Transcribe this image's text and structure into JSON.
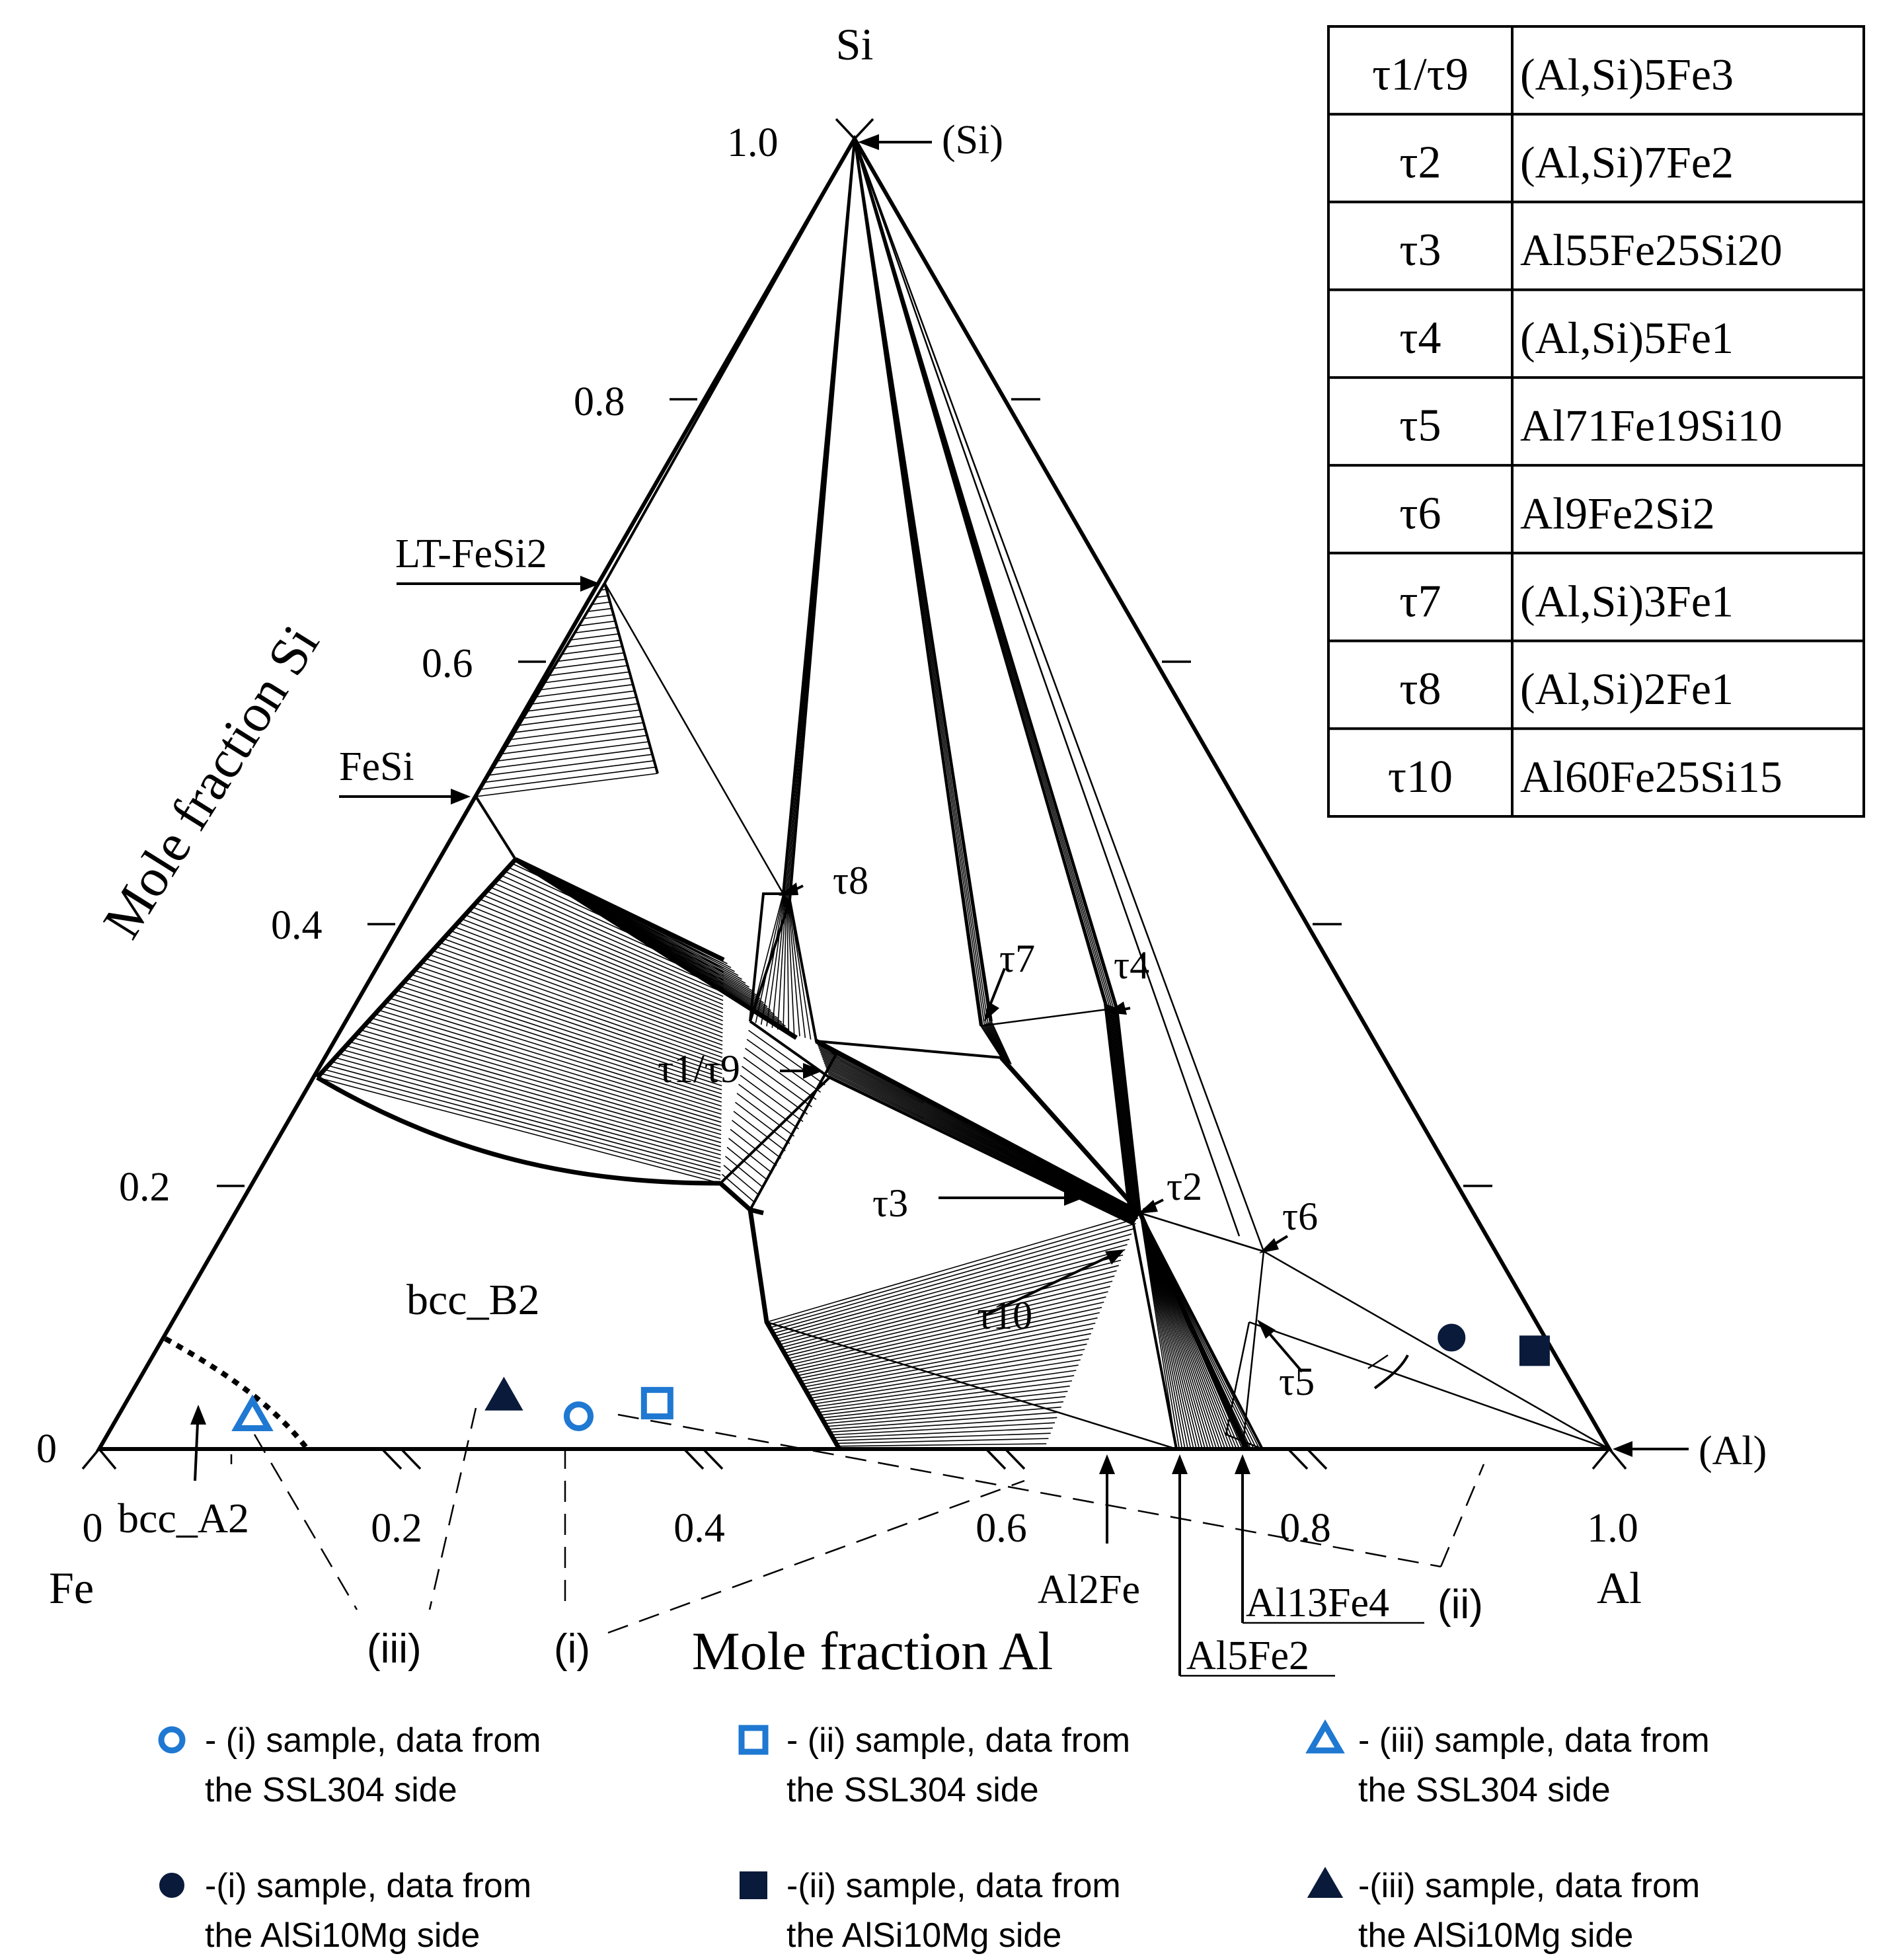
{
  "vertices": {
    "top": "Si",
    "left": "Fe",
    "right": "Al"
  },
  "axes": {
    "left_title": "Mole fraction Si",
    "bottom_title": "Mole fraction Al",
    "left_ticks": [
      "0",
      "0.2",
      "0.4",
      "0.6",
      "0.8",
      "1.0"
    ],
    "bottom_ticks": [
      "0",
      "0.2",
      "0.4",
      "0.6",
      "0.8",
      "1.0"
    ]
  },
  "phase_labels": {
    "si_solid": "(Si)",
    "al_solid": "(Al)",
    "lt_fesi2": "LT-FeSi2",
    "fesi": "FeSi",
    "bcc_b2": "bcc_B2",
    "bcc_a2": "bcc_A2",
    "al2fe": "Al2Fe",
    "al5fe2": "Al5Fe2",
    "al13fe4": "Al13Fe4",
    "tau8": "τ8",
    "tau7": "τ7",
    "tau4": "τ4",
    "tau1_9": "τ1/τ9",
    "tau2": "τ2",
    "tau3": "τ3",
    "tau6": "τ6",
    "tau10": "τ10",
    "tau5": "τ5"
  },
  "sample_labels": {
    "i": "(i)",
    "ii": "(ii)",
    "iii": "(iii)"
  },
  "phase_table": [
    {
      "symbol": "τ1/τ9",
      "formula": "(Al,Si)5Fe3"
    },
    {
      "symbol": "τ2",
      "formula": "(Al,Si)7Fe2"
    },
    {
      "symbol": "τ3",
      "formula": "Al55Fe25Si20"
    },
    {
      "symbol": "τ4",
      "formula": "(Al,Si)5Fe1"
    },
    {
      "symbol": "τ5",
      "formula": "Al71Fe19Si10"
    },
    {
      "symbol": "τ6",
      "formula": "Al9Fe2Si2"
    },
    {
      "symbol": "τ7",
      "formula": "(Al,Si)3Fe1"
    },
    {
      "symbol": "τ8",
      "formula": "(Al,Si)2Fe1"
    },
    {
      "symbol": "τ10",
      "formula": "Al60Fe25Si15"
    }
  ],
  "legend": [
    {
      "marker": "open-circle",
      "color": "#1f78d1",
      "line1": "- (i) sample, data   from",
      "line2": "the  SSL304 side"
    },
    {
      "marker": "open-square",
      "color": "#1f78d1",
      "line1": "- (ii) sample, data   from",
      "line2": "the  SSL304 side"
    },
    {
      "marker": "open-triangle",
      "color": "#1f78d1",
      "line1": "- (iii) sample, data   from",
      "line2": "the  SSL304 side"
    },
    {
      "marker": "filled-circle",
      "color": "#0a1a3a",
      "line1": "-(i) sample, data   from",
      "line2": "the  AlSi10Mg side"
    },
    {
      "marker": "filled-square",
      "color": "#0a1a3a",
      "line1": "-(ii) sample, data   from",
      "line2": "the  AlSi10Mg side"
    },
    {
      "marker": "filled-triangle",
      "color": "#0a1a3a",
      "line1": "-(iii) sample, data   from",
      "line2": "the  AlSi10Mg side"
    }
  ],
  "samples": [
    {
      "id": "i-ssl304",
      "marker": "open-circle",
      "al": 0.305,
      "si": 0.025
    },
    {
      "id": "ii-ssl304",
      "marker": "open-square",
      "al": 0.352,
      "si": 0.035
    },
    {
      "id": "iii-ssl304",
      "marker": "open-triangle",
      "al": 0.089,
      "si": 0.025
    },
    {
      "id": "i-alsi10mg",
      "marker": "filled-circle",
      "al": 0.853,
      "si": 0.085
    },
    {
      "id": "ii-alsi10mg",
      "marker": "filled-square",
      "al": 0.913,
      "si": 0.075
    },
    {
      "id": "iii-alsi10mg",
      "marker": "filled-triangle",
      "al": 0.248,
      "si": 0.04
    }
  ]
}
